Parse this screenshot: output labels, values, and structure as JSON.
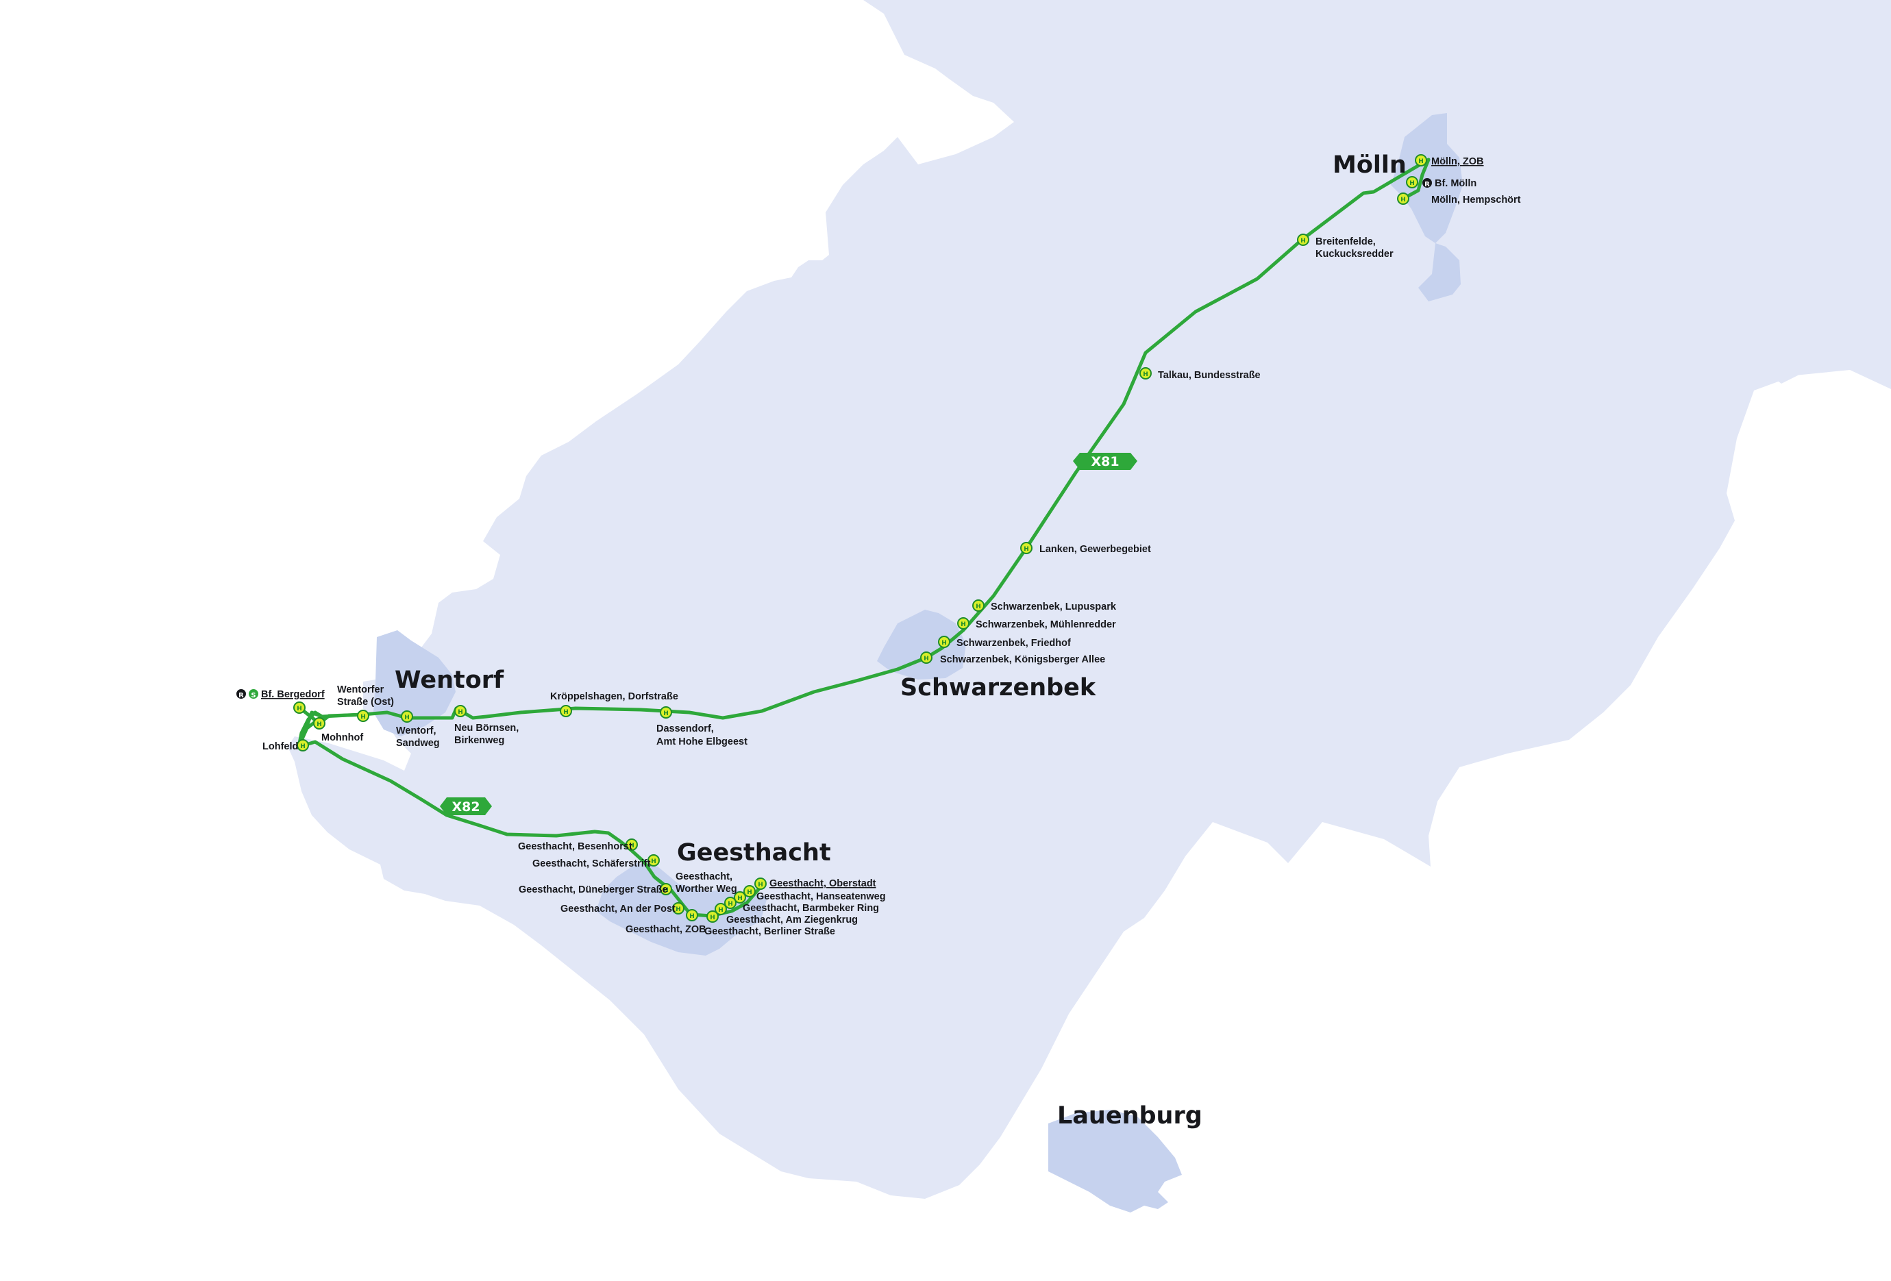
{
  "colors": {
    "district": "#e2e7f6",
    "urban": "#c6d2ee",
    "route": "#2ea83a",
    "stop_fill": "#d9ef2a",
    "stop_ring": "#1e8c2b",
    "text": "#17181c"
  },
  "towns": {
    "moelln": "Mölln",
    "wentorf": "Wentorf",
    "schwarzenbek": "Schwarzenbek",
    "geesthacht": "Geesthacht",
    "lauenburg": "Lauenburg"
  },
  "routes": {
    "x81": "X81",
    "x82": "X82"
  },
  "stop_symbol": "H",
  "transfer_badges": {
    "regional": "R",
    "sbahn": "S"
  },
  "stops": {
    "moelln_zob": "Mölln, ZOB",
    "bf_moelln": "Bf. Mölln",
    "moelln_hempschoert": "Mölln, Hempschört",
    "breitenfelde_1": "Breitenfelde,",
    "breitenfelde_2": "Kuckucksredder",
    "talkau": "Talkau, Bundesstraße",
    "lanken": "Lanken, Gewerbegebiet",
    "schwarzenbek_lupuspark": "Schwarzenbek, Lupuspark",
    "schwarzenbek_muehlenredder": "Schwarzenbek, Mühlenredder",
    "schwarzenbek_friedhof": "Schwarzenbek, Friedhof",
    "schwarzenbek_koenigsberger": "Schwarzenbek, Königsberger Allee",
    "kroeppelshagen": "Kröppelshagen, Dorfstraße",
    "dassendorf_1": "Dassendorf,",
    "dassendorf_2": "Amt Hohe Elbgeest",
    "neu_boernsen_1": "Neu Börnsen,",
    "neu_boernsen_2": "Birkenweg",
    "wentorf_sandweg_1": "Wentorf,",
    "wentorf_sandweg_2": "Sandweg",
    "wentorfer_strasse_1": "Wentorfer",
    "wentorfer_strasse_2": "Straße (Ost)",
    "mohnhof": "Mohnhof",
    "bf_bergedorf": "Bf. Bergedorf",
    "lohfeld": "Lohfeld",
    "besenhorst": "Geesthacht, Besenhorst",
    "schaeferstrift": "Geesthacht, Schäferstrift",
    "dueneberger": "Geesthacht, Düneberger Straße",
    "an_der_post": "Geesthacht, An der Post",
    "zob": "Geesthacht, ZOB",
    "worther_weg_1": "Geesthacht,",
    "worther_weg_2": "Worther Weg",
    "oberstadt": "Geesthacht, Oberstadt",
    "hanseatenweg": "Geesthacht, Hanseatenweg",
    "barmbeker_ring": "Geesthacht, Barmbeker Ring",
    "am_ziegenkrug": "Geesthacht, Am Ziegenkrug",
    "berliner_strasse": "Geesthacht, Berliner Straße"
  }
}
